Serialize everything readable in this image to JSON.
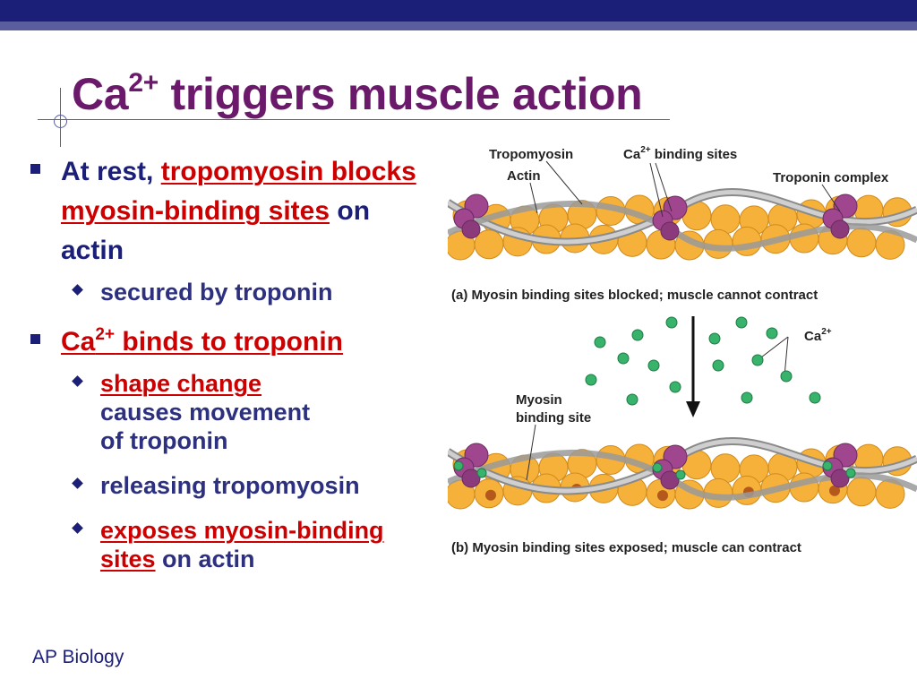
{
  "title": {
    "main": "Ca",
    "sup": "2+",
    "rest": " triggers muscle action"
  },
  "bullets": {
    "b1": {
      "prefix": "At rest, ",
      "highlight": "tropomyosin blocks myosin-binding sites",
      "suffix": " on actin"
    },
    "b1_sub1": "secured by troponin",
    "b2": {
      "hl_main": "Ca",
      "hl_sup": "2+",
      "hl_rest": " binds to troponin"
    },
    "b2_sub1": {
      "highlight": "shape change",
      "line2": "causes movement",
      "line3": "of troponin"
    },
    "b2_sub2": "releasing tropomyosin",
    "b2_sub3": {
      "highlight": "exposes myosin-binding sites",
      "suffix": " on actin"
    }
  },
  "figure": {
    "labels": {
      "tropomyosin": "Tropomyosin",
      "actin": "Actin",
      "ca_binding_main": "Ca",
      "ca_binding_sup": "2+",
      "ca_binding_rest": " binding sites",
      "troponin_complex": "Troponin complex",
      "ca_ions_main": "Ca",
      "ca_ions_sup": "2+",
      "myosin_binding_line1": "Myosin",
      "myosin_binding_line2": "binding site"
    },
    "caption_a": "(a) Myosin binding sites blocked; muscle cannot contract",
    "caption_b": "(b) Myosin binding sites exposed; muscle can contract"
  },
  "footer": "AP Biology",
  "colors": {
    "navy": "#1c1f78",
    "title_purple": "#6b1a6b",
    "highlight_red": "#cc0000",
    "actin_orange": "#f6b13a",
    "troponin_purple": "#a0468f",
    "calcium_green": "#38b36b"
  }
}
